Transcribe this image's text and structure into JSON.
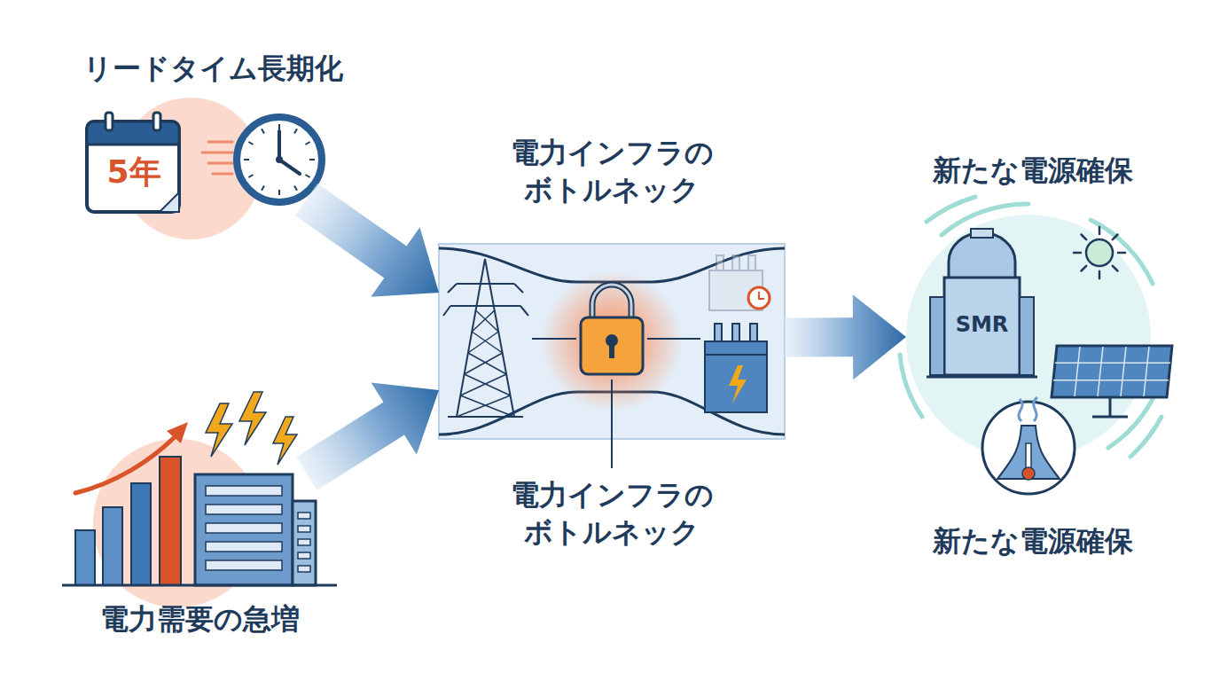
{
  "diagram": {
    "nodes": [
      {
        "text": [
          "リードタイム長期化"
        ]
      },
      {
        "text": [
          "5年"
        ],
        "in": 0
      },
      {
        "text": [
          "電力需要の急増"
        ]
      },
      {
        "text": [
          "電力インフラのボトルネック",
          "電力インフラのボトルネック"
        ]
      },
      {
        "text": [
          "新たな電源確保",
          "新たな電源確保"
        ]
      },
      {
        "text": [
          "SMR"
        ],
        "in": 4
      }
    ],
    "edges": [
      {
        "from": 0,
        "to": 3,
        "arrow": "to"
      },
      {
        "from": 2,
        "to": 3,
        "arrow": "to"
      },
      {
        "from": 3,
        "to": 4,
        "arrow": "to"
      }
    ]
  }
}
